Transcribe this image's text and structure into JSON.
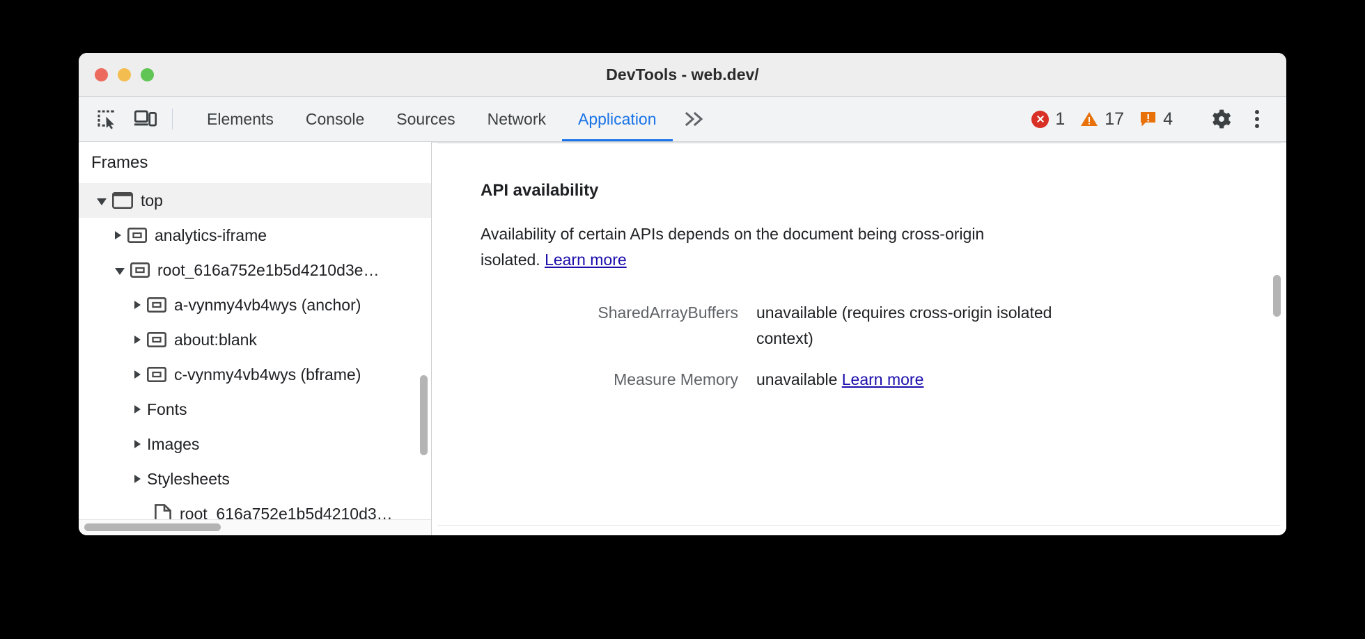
{
  "window": {
    "title": "DevTools - web.dev/",
    "traffic_lights": [
      "close",
      "minimize",
      "zoom"
    ]
  },
  "toolbar": {
    "inspect_icon": "inspect-element-icon",
    "device_icon": "device-toolbar-icon",
    "tabs": [
      {
        "label": "Elements",
        "active": false
      },
      {
        "label": "Console",
        "active": false
      },
      {
        "label": "Sources",
        "active": false
      },
      {
        "label": "Network",
        "active": false
      },
      {
        "label": "Application",
        "active": true
      }
    ],
    "more_tabs_label": "»",
    "counters": [
      {
        "name": "errors",
        "icon": "error-icon",
        "count": "1",
        "color": "#d93025"
      },
      {
        "name": "warnings",
        "icon": "warning-icon",
        "count": "17",
        "color": "#e8710a"
      },
      {
        "name": "issues",
        "icon": "issue-icon",
        "count": "4",
        "color": "#e8710a"
      }
    ],
    "settings_icon": "gear-icon",
    "menu_icon": "kebab-menu-icon"
  },
  "sidebar": {
    "title": "Frames",
    "tree": [
      {
        "label": "top",
        "icon": "browser-window-icon",
        "state": "open",
        "depth": 0,
        "selected": true
      },
      {
        "label": "analytics-iframe",
        "icon": "iframe-icon",
        "state": "closed",
        "depth": 1,
        "selected": false
      },
      {
        "label": "root_616a752e1b5d4210d3e…",
        "icon": "iframe-icon",
        "state": "open",
        "depth": 1,
        "selected": false
      },
      {
        "label": "a-vynmy4vb4wys (anchor)",
        "icon": "iframe-icon",
        "state": "closed",
        "depth": 2,
        "selected": false
      },
      {
        "label": "about:blank",
        "icon": "iframe-icon",
        "state": "closed",
        "depth": 2,
        "selected": false
      },
      {
        "label": "c-vynmy4vb4wys (bframe)",
        "icon": "iframe-icon",
        "state": "closed",
        "depth": 2,
        "selected": false
      },
      {
        "label": "Fonts",
        "icon": "none",
        "state": "closed",
        "depth": 1,
        "selected": false
      },
      {
        "label": "Images",
        "icon": "none",
        "state": "closed",
        "depth": 1,
        "selected": false
      },
      {
        "label": "Stylesheets",
        "icon": "none",
        "state": "closed",
        "depth": 1,
        "selected": false
      },
      {
        "label": "root_616a752e1b5d4210d3…",
        "icon": "document-icon",
        "state": "leaf",
        "depth": 2,
        "selected": false
      }
    ]
  },
  "main": {
    "section_title": "API availability",
    "paragraph_before_link": "Availability of certain APIs depends on the document being cross-origin isolated. ",
    "paragraph_link": "Learn more",
    "rows": [
      {
        "key": "SharedArrayBuffers",
        "value": "unavailable  (requires cross-origin isolated context)",
        "link": ""
      },
      {
        "key": "Measure Memory",
        "value": "unavailable ",
        "link": "Learn more"
      }
    ]
  }
}
